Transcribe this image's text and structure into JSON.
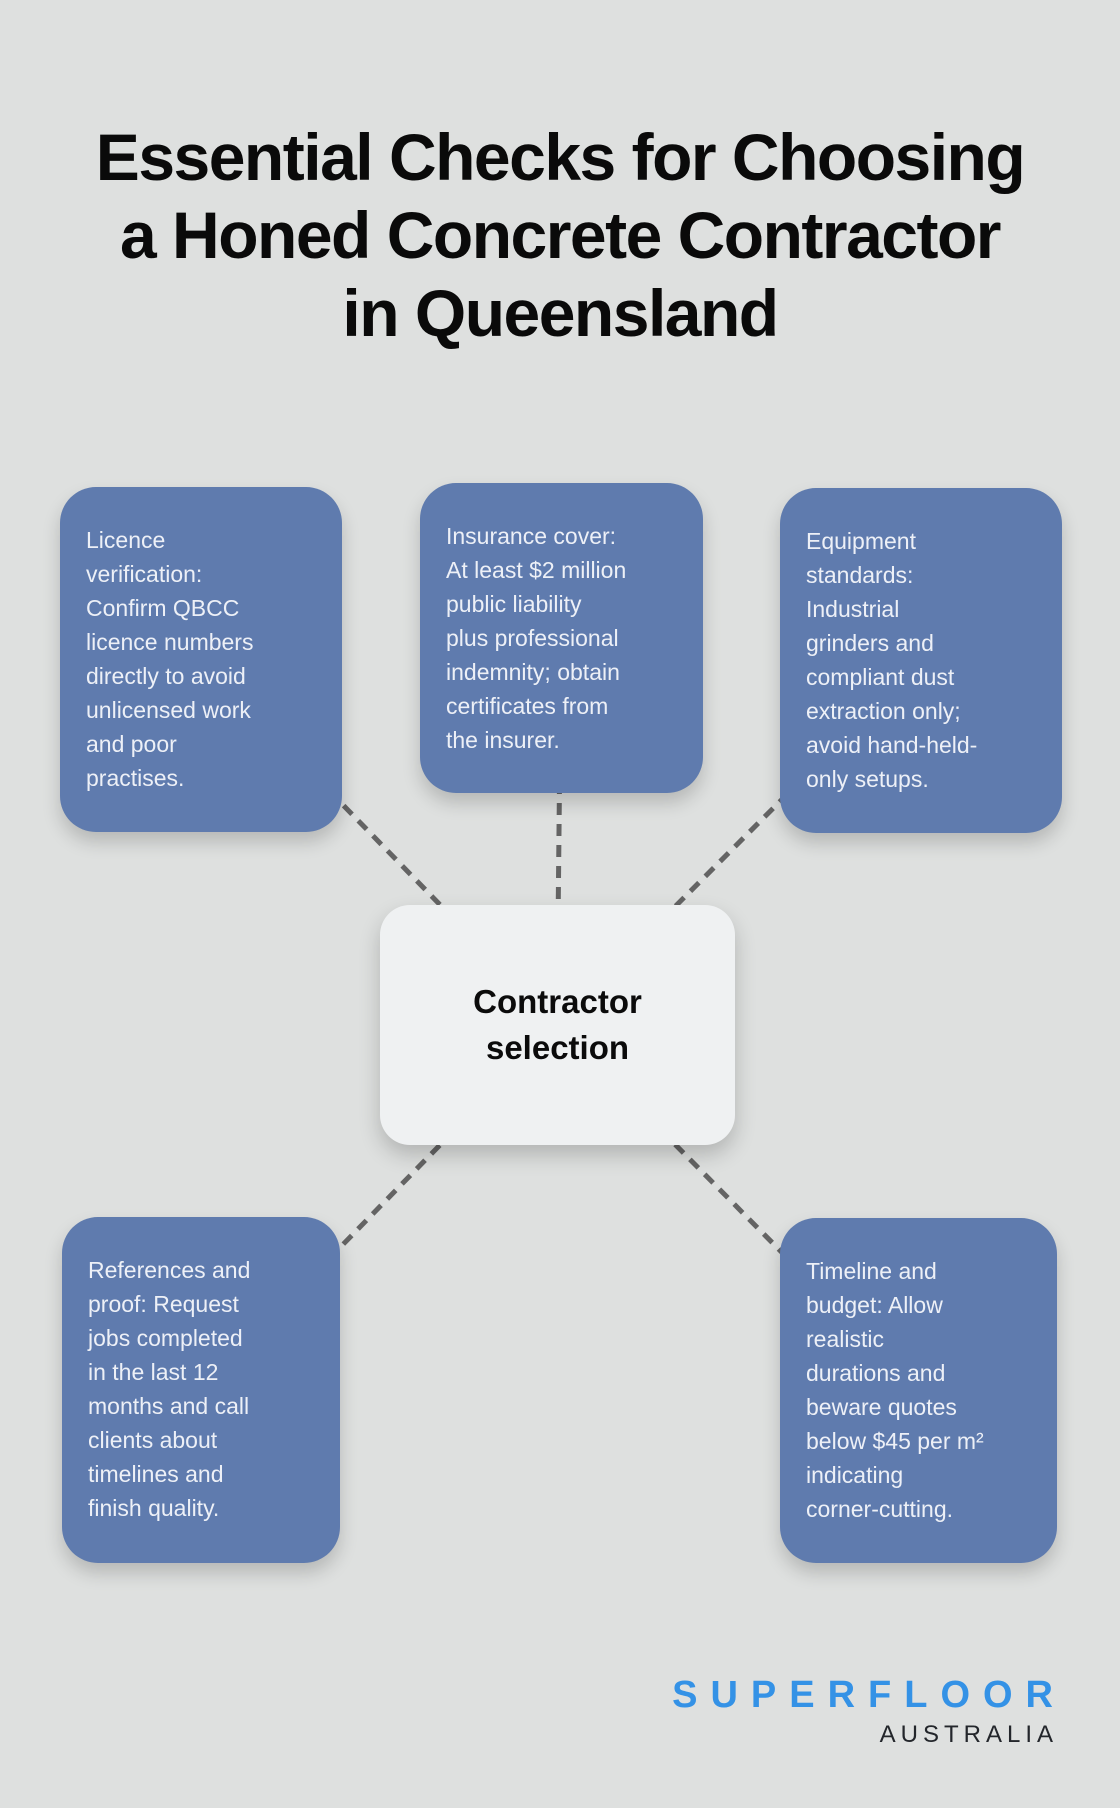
{
  "title": "Essential Checks for Choosing\na Honed Concrete Contractor\nin Queensland",
  "center_node": {
    "label": "Contractor\nselection"
  },
  "checks": [
    {
      "id": "licence-verification",
      "text": "Licence\nverification:\nConfirm QBCC\nlicence numbers\ndirectly to avoid\nunlicensed work\nand poor\npractises."
    },
    {
      "id": "insurance-cover",
      "text": "Insurance cover:\nAt least $2 million\npublic liability\nplus professional\nindemnity; obtain\ncertificates from\nthe insurer."
    },
    {
      "id": "equipment-standards",
      "text": "Equipment\nstandards:\nIndustrial\ngrinders and\ncompliant dust\nextraction only;\navoid hand-held-\nonly setups."
    },
    {
      "id": "references-and-proof",
      "text": "References and\nproof: Request\njobs completed\nin the last 12\nmonths and call\nclients about\ntimelines and\nfinish quality."
    },
    {
      "id": "timeline-and-budget",
      "text": "Timeline and\nbudget: Allow\nrealistic\ndurations and\nbeware quotes\nbelow $45 per m²\nindicating\ncorner-cutting."
    }
  ],
  "logo": {
    "brand": "SUPERFLOOR",
    "region": "AUSTRALIA"
  },
  "colors": {
    "background": "#dee0df",
    "check_node_fill": "#5f7bae",
    "check_node_text": "#edf0f7",
    "center_node_fill": "#eff1f2",
    "center_node_text": "#0b0b0b",
    "connector_line": "#646464",
    "title_text": "#0a0a0a",
    "logo_brand": "#3492e6",
    "logo_region": "#23262b"
  }
}
